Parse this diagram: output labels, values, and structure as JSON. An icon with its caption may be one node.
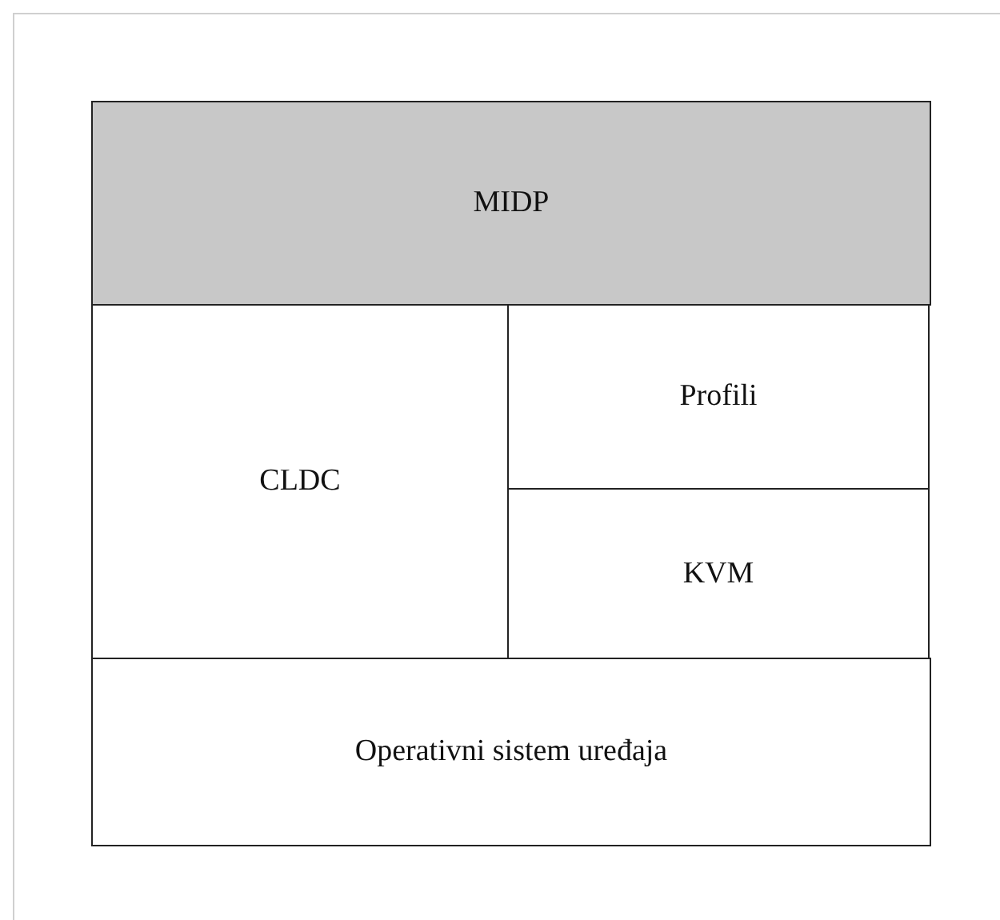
{
  "diagram": {
    "nodes": [
      {
        "text": [
          "MIDP"
        ]
      },
      {
        "text": [
          "CLDC"
        ]
      },
      {
        "text": [
          "Profili"
        ]
      },
      {
        "text": [
          "KVM"
        ]
      },
      {
        "text": [
          "Operativni sistem uređaja"
        ]
      }
    ]
  }
}
